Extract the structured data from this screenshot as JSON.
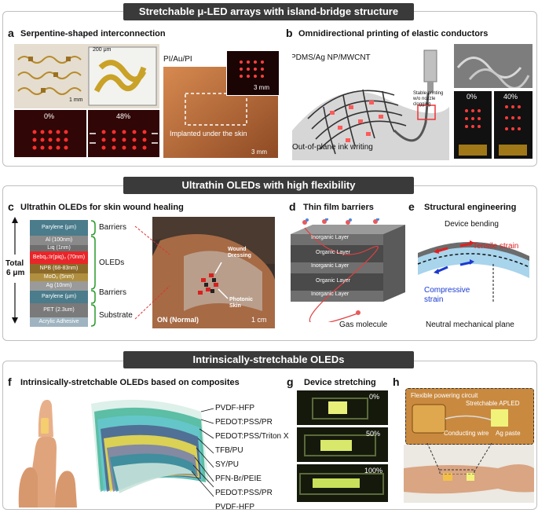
{
  "sections": {
    "s1": "Stretchable μ-LED arrays with island-bridge structure",
    "s2": "Ultrathin OLEDs with high flexibility",
    "s3": "Intrinsically-stretchable OLEDs"
  },
  "panel_a": {
    "letter": "a",
    "title": "Serpentine-shaped interconnection",
    "scale_200um": "200 μm",
    "scale_1mm": "1 mm",
    "pi_label": "PI/Au/PI",
    "strain_0": "0%",
    "strain_48": "48%",
    "implant_label": "Implanted under the skin",
    "scale_3mm_a": "3 mm",
    "scale_3mm_b": "3 mm"
  },
  "panel_b": {
    "letter": "b",
    "title": "Omnidirectional printing of elastic conductors",
    "material": "PDMS/Ag NP/MWCNT",
    "stable_printing": "Stable printing w/o nozzle clogging",
    "out_of_plane": "Out-of-plane ink writing",
    "strain_0": "0%",
    "strain_40": "40%"
  },
  "panel_c": {
    "letter": "c",
    "title": "Ultrathin OLEDs for skin wound healing",
    "total": "Total",
    "thickness": "6 μm",
    "layers": [
      "Parylene (µm)",
      "Al (100nm)",
      "Liq (1nm)",
      "Bebq₂:Ir(piq)₃ (70nm)",
      "NPB (68-83nm)",
      "MoO₃ (5nm)",
      "Ag (10nm)",
      "Parylene (µm)",
      "PET (2.3um)",
      "Acrylic Adhesive"
    ],
    "groups": [
      "Barriers",
      "OLEDs",
      "Barriers",
      "Substrate"
    ],
    "wound_dressing": "Wound Dressing",
    "photonic_skin": "Photonic Skin",
    "status": "ON (Normal)",
    "scale": "1 cm"
  },
  "panel_d": {
    "letter": "d",
    "title": "Thin film barriers",
    "layers": [
      "Inorganic Layer",
      "Organic Layer",
      "Inorganic Layer",
      "Organic Layer",
      "Inorganic Layer"
    ],
    "gas": "Gas molecule"
  },
  "panel_e": {
    "letter": "e",
    "title": "Structural engineering",
    "bending": "Device bending",
    "tensile": "Tensile strain",
    "compressive": "Compressive strain",
    "neutral": "Neutral mechanical plane"
  },
  "panel_f": {
    "letter": "f",
    "title": "Intrinsically-stretchable OLEDs based on composites",
    "layers": [
      "PVDF-HFP",
      "PEDOT:PSS/PR",
      "PEDOT:PSS/Triton X",
      "TFB/PU",
      "SY/PU",
      "PFN-Br/PEIE",
      "PEDOT:PSS/PR",
      "PVDF-HFP"
    ]
  },
  "panel_g": {
    "letter": "g",
    "title": "Device stretching",
    "strains": [
      "0%",
      "50%",
      "100%"
    ]
  },
  "panel_h": {
    "letter": "h",
    "circuit": "Flexible powering circuit",
    "apled": "Stretchable APLED",
    "wire": "Conducting wire",
    "paste": "Ag paste"
  },
  "colors": {
    "banner": "#3a3a3a",
    "led_red": "#ff3030",
    "tensile": "#e02020",
    "compressive": "#1a3ad0"
  }
}
